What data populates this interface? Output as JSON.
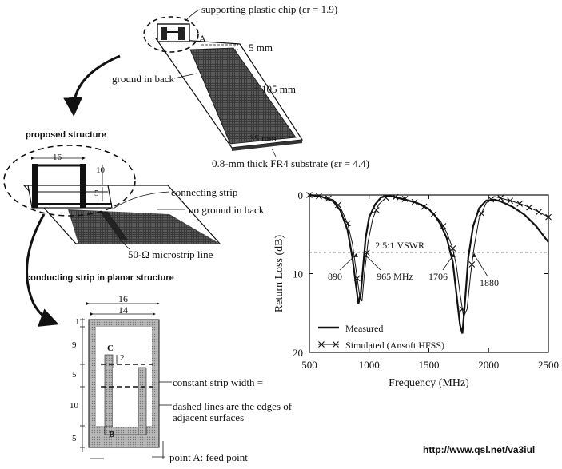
{
  "figure": {
    "top_antenna": {
      "chip_label": "supporting plastic chip (εr = 1.9)",
      "point_a": "A",
      "dim_5mm": "5 mm",
      "ground_back": "ground in back",
      "dim_105mm": "105 mm",
      "dim_35mm": "35 mm",
      "substrate_label": "0.8-mm thick FR4 substrate (εr = 4.4)"
    },
    "proposed": {
      "title": "proposed structure",
      "dim_16": "16",
      "dim_10": "10",
      "dim_5": "5",
      "connecting_strip": "connecting strip",
      "no_ground": "no ground in back",
      "microstrip": "50-Ω microstrip line"
    },
    "planar": {
      "title": "conducting strip in planar structure",
      "dim_16": "16",
      "dim_14": "14",
      "dim_1": "1",
      "dim_9": "9",
      "dim_5a": "5",
      "dim_10": "10",
      "dim_5b": "5",
      "dim_2": "2",
      "label_c": "C",
      "label_b": "B",
      "note1": "constant strip width =",
      "note2": "dashed lines are the edges of",
      "note3": "adjacent surfaces",
      "note4": "point A: feed point"
    },
    "url": "http://www.qsl.net/va3iul"
  },
  "chart_data": {
    "type": "line",
    "xlabel": "Frequency (MHz)",
    "ylabel": "Return Loss (dB)",
    "xlim": [
      500,
      2500
    ],
    "ylim": [
      0,
      20
    ],
    "y_inverted": true,
    "x_ticks": [
      500,
      1000,
      1500,
      2000,
      2500
    ],
    "y_ticks": [
      0,
      10,
      20
    ],
    "grid": false,
    "legend_position": "bottom-left",
    "vswr_line": {
      "value": 7.3,
      "label": "2.5:1 VSWR"
    },
    "annotations": [
      {
        "text": "890",
        "x": 890,
        "y": 7.3
      },
      {
        "text": "965 MHz",
        "x": 965,
        "y": 7.3
      },
      {
        "text": "1706",
        "x": 1706,
        "y": 7.3
      },
      {
        "text": "1880",
        "x": 1880,
        "y": 7.3
      }
    ],
    "series": [
      {
        "name": "Measured",
        "style": "solid",
        "x": [
          500,
          600,
          700,
          760,
          820,
          860,
          890,
          910,
          930,
          950,
          970,
          1000,
          1050,
          1100,
          1150,
          1200,
          1300,
          1400,
          1500,
          1550,
          1600,
          1650,
          1700,
          1730,
          1760,
          1780,
          1800,
          1830,
          1870,
          1920,
          1980,
          2050,
          2100,
          2200,
          2300,
          2400,
          2500
        ],
        "values": [
          0.0,
          0.2,
          0.8,
          2.0,
          4.5,
          8.0,
          11.5,
          13.8,
          12.5,
          9.0,
          5.5,
          2.8,
          1.2,
          0.3,
          0.1,
          0.2,
          0.6,
          1.0,
          1.8,
          2.6,
          3.8,
          5.5,
          8.5,
          12.5,
          16.5,
          17.6,
          14.0,
          8.0,
          4.0,
          1.7,
          0.7,
          0.6,
          0.8,
          1.5,
          2.5,
          4.0,
          6.0
        ]
      },
      {
        "name": "Simulated (Ansoft HFSS)",
        "style": "solid-with-x-markers",
        "x": [
          500,
          600,
          700,
          760,
          820,
          860,
          890,
          920,
          940,
          960,
          990,
          1030,
          1080,
          1150,
          1200,
          1300,
          1400,
          1500,
          1600,
          1650,
          1700,
          1730,
          1760,
          1790,
          1820,
          1850,
          1880,
          1920,
          1980,
          2050,
          2100,
          2200,
          2300,
          2400,
          2500
        ],
        "values": [
          0.0,
          0.2,
          0.6,
          1.6,
          3.6,
          6.2,
          9.5,
          12.8,
          13.5,
          10.0,
          6.0,
          3.0,
          1.2,
          0.2,
          0.2,
          0.5,
          1.0,
          1.8,
          3.4,
          4.8,
          6.8,
          9.0,
          12.5,
          15.5,
          14.5,
          10.0,
          6.5,
          3.0,
          1.0,
          0.2,
          0.4,
          0.8,
          1.3,
          2.0,
          2.8
        ]
      }
    ]
  }
}
